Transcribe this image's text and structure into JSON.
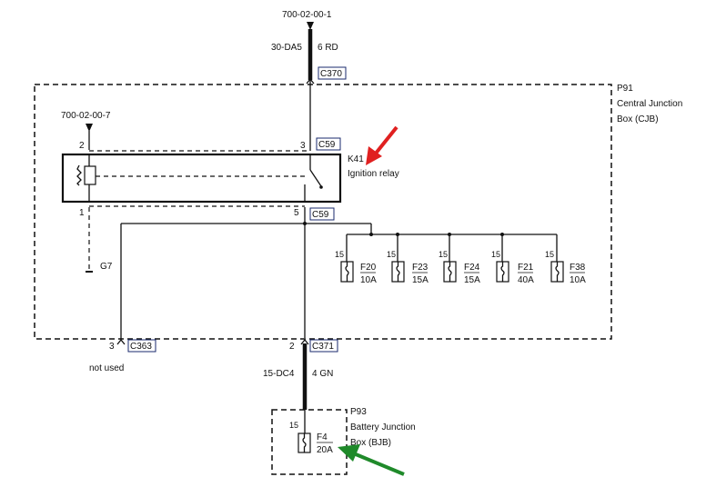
{
  "top_ref": "700-02-00-1",
  "top_wire": {
    "circuit": "30-DA5",
    "color": "6 RD"
  },
  "connectors": {
    "c370": "C370",
    "c59_top": "C59",
    "c59_bottom": "C59",
    "c363": "C363",
    "c371": "C371"
  },
  "cjb": {
    "id": "P91",
    "name_line1": "Central Junction",
    "name_line2": "Box (CJB)"
  },
  "relay_ref": "700-02-00-7",
  "relay": {
    "id": "K41",
    "name": "Ignition relay"
  },
  "pins": {
    "p2": "2",
    "p3": "3",
    "p1": "1",
    "p5": "5",
    "p3_c363": "3",
    "p2_c371": "2"
  },
  "ground": "G7",
  "not_used": "not used",
  "fuses": [
    {
      "pin": "15",
      "name": "F20",
      "rating": "10A"
    },
    {
      "pin": "15",
      "name": "F23",
      "rating": "15A"
    },
    {
      "pin": "15",
      "name": "F24",
      "rating": "15A"
    },
    {
      "pin": "15",
      "name": "F21",
      "rating": "40A"
    },
    {
      "pin": "15",
      "name": "F38",
      "rating": "10A"
    }
  ],
  "bottom_wire": {
    "circuit": "15-DC4",
    "color": "4 GN"
  },
  "bjb": {
    "id": "P93",
    "name_line1": "Battery Junction",
    "name_line2": "Box (BJB)",
    "fuse_pin": "15",
    "fuse_name": "F4",
    "fuse_rating": "20A"
  },
  "colors": {
    "red_arrow": "#e02020",
    "green_arrow": "#1f8a2a",
    "connector_border": "#1a2a6c"
  }
}
